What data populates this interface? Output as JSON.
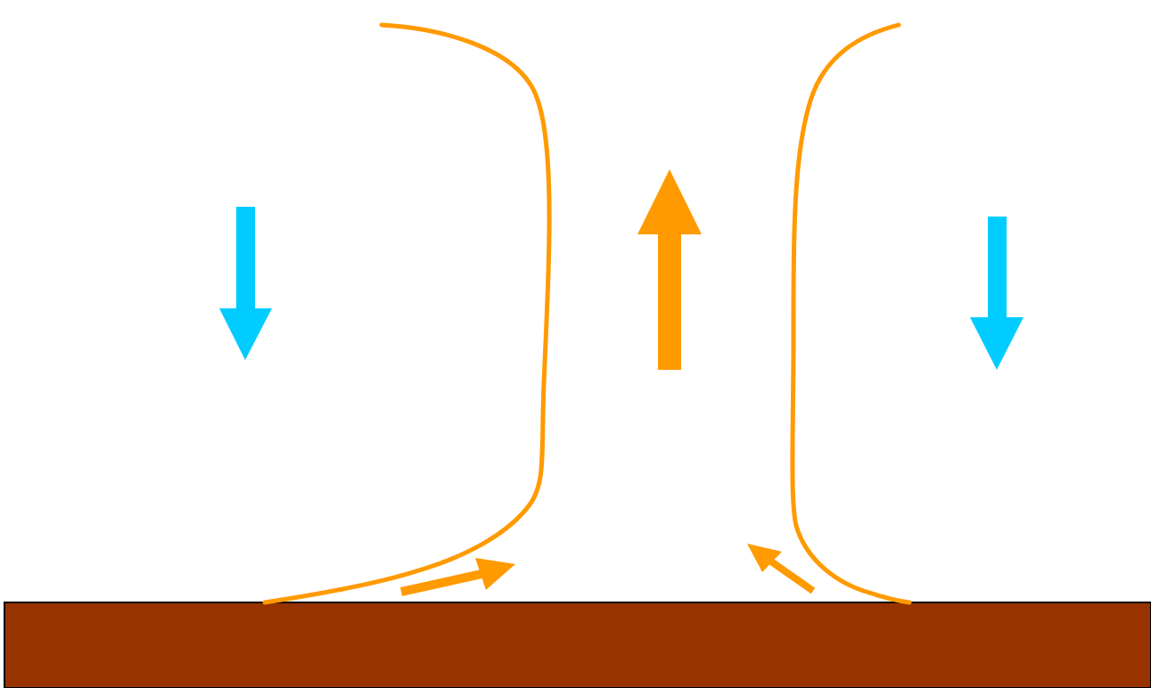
{
  "diagram": {
    "colors": {
      "background": "#ffffff",
      "ground": "#983300",
      "ground_border": "#000000",
      "warm_air": "#ff9a00",
      "cool_air": "#00ccff"
    },
    "elements": [
      "ground",
      "left-flow-streamline",
      "right-flow-streamline",
      "updraft-arrow",
      "left-downdraft-arrow",
      "right-downdraft-arrow",
      "left-inflow-arrow",
      "right-inflow-arrow"
    ]
  }
}
